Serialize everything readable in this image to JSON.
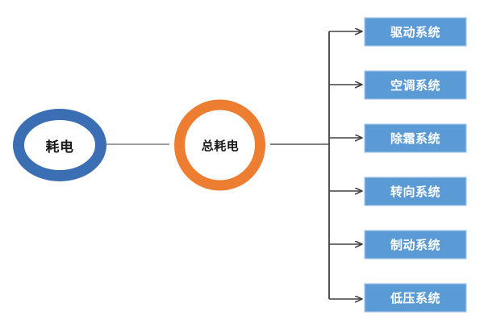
{
  "diagram": {
    "type": "tree-breakdown",
    "colors": {
      "root_circle_stroke": "#3C6EB4",
      "hub_circle_stroke": "#ED7D31",
      "leaf_box_fill": "#5B9BD5",
      "leaf_box_border": "#A9C9E8",
      "connector_line": "#808080",
      "trunk_line": "#404040",
      "circle_text": "#1a1a1a",
      "box_text": "#ffffff",
      "background": "#ffffff"
    },
    "root": {
      "label": "耗电",
      "shape": "ellipse-outline",
      "color_name": "blue"
    },
    "hub": {
      "label": "总耗电",
      "shape": "circle-outline",
      "color_name": "orange"
    },
    "leaves": [
      {
        "label": "驱动系统"
      },
      {
        "label": "空调系统"
      },
      {
        "label": "除霜系统"
      },
      {
        "label": "转向系统"
      },
      {
        "label": "制动系统"
      },
      {
        "label": "低压系统"
      }
    ]
  }
}
